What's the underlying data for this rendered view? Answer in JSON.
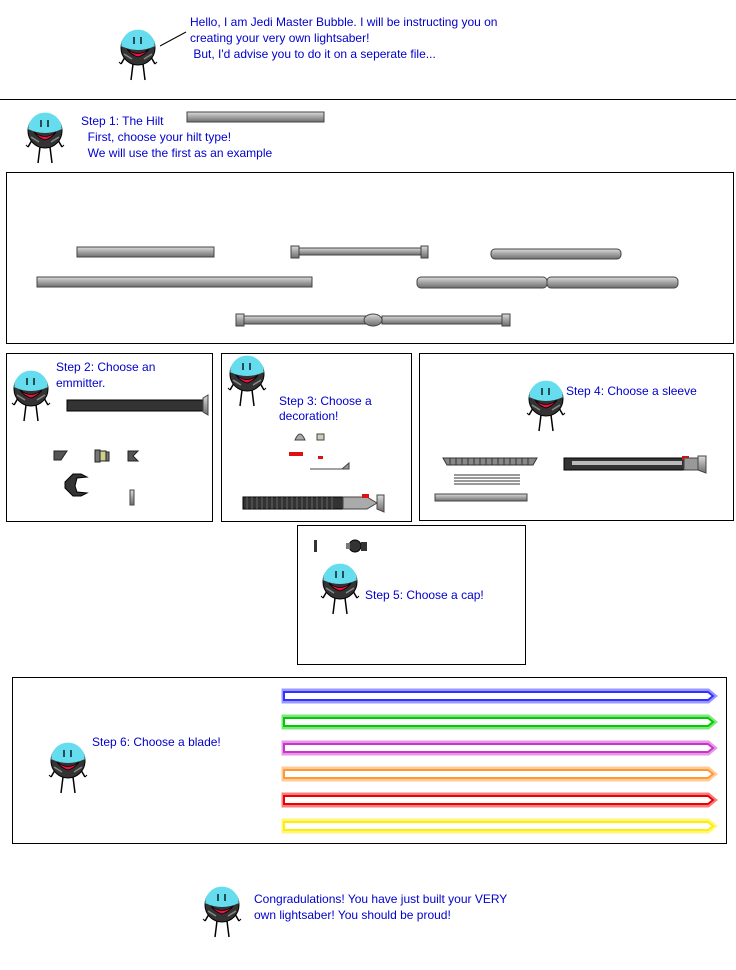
{
  "intro": {
    "line1": "Hello, I am Jedi Master Bubble. I will be instructing you on",
    "line2": "creating your very own lightsaber!",
    "line3": " But, I'd advise you to do it on a seperate file..."
  },
  "step1": {
    "title": "Step 1: The Hilt",
    "line2": "  First, choose your hilt type!",
    "line3": "  We will use the first as an example"
  },
  "step2": {
    "line1": "Step 2: Choose an",
    "line2": "emmitter."
  },
  "step3": {
    "line1": "Step 3: Choose a",
    "line2": "decoration!"
  },
  "step4": {
    "title": "Step 4: Choose a sleeve"
  },
  "step5": {
    "title": "Step 5: Choose a cap!"
  },
  "step6": {
    "title": "Step 6: Choose a blade!",
    "blades": [
      {
        "color": "#3333ff"
      },
      {
        "color": "#00cc00"
      },
      {
        "color": "#cc33cc"
      },
      {
        "color": "#ff9933"
      },
      {
        "color": "#ee0000"
      },
      {
        "color": "#ffee00"
      }
    ]
  },
  "outro": {
    "line1": "Congradulations! You have just built your VERY",
    "line2": "own lightsaber! You should be proud!"
  },
  "colors": {
    "text": "#0000cc",
    "bubble": "#66ddee",
    "mouth": "#ee1144",
    "hilt": "#999999"
  }
}
